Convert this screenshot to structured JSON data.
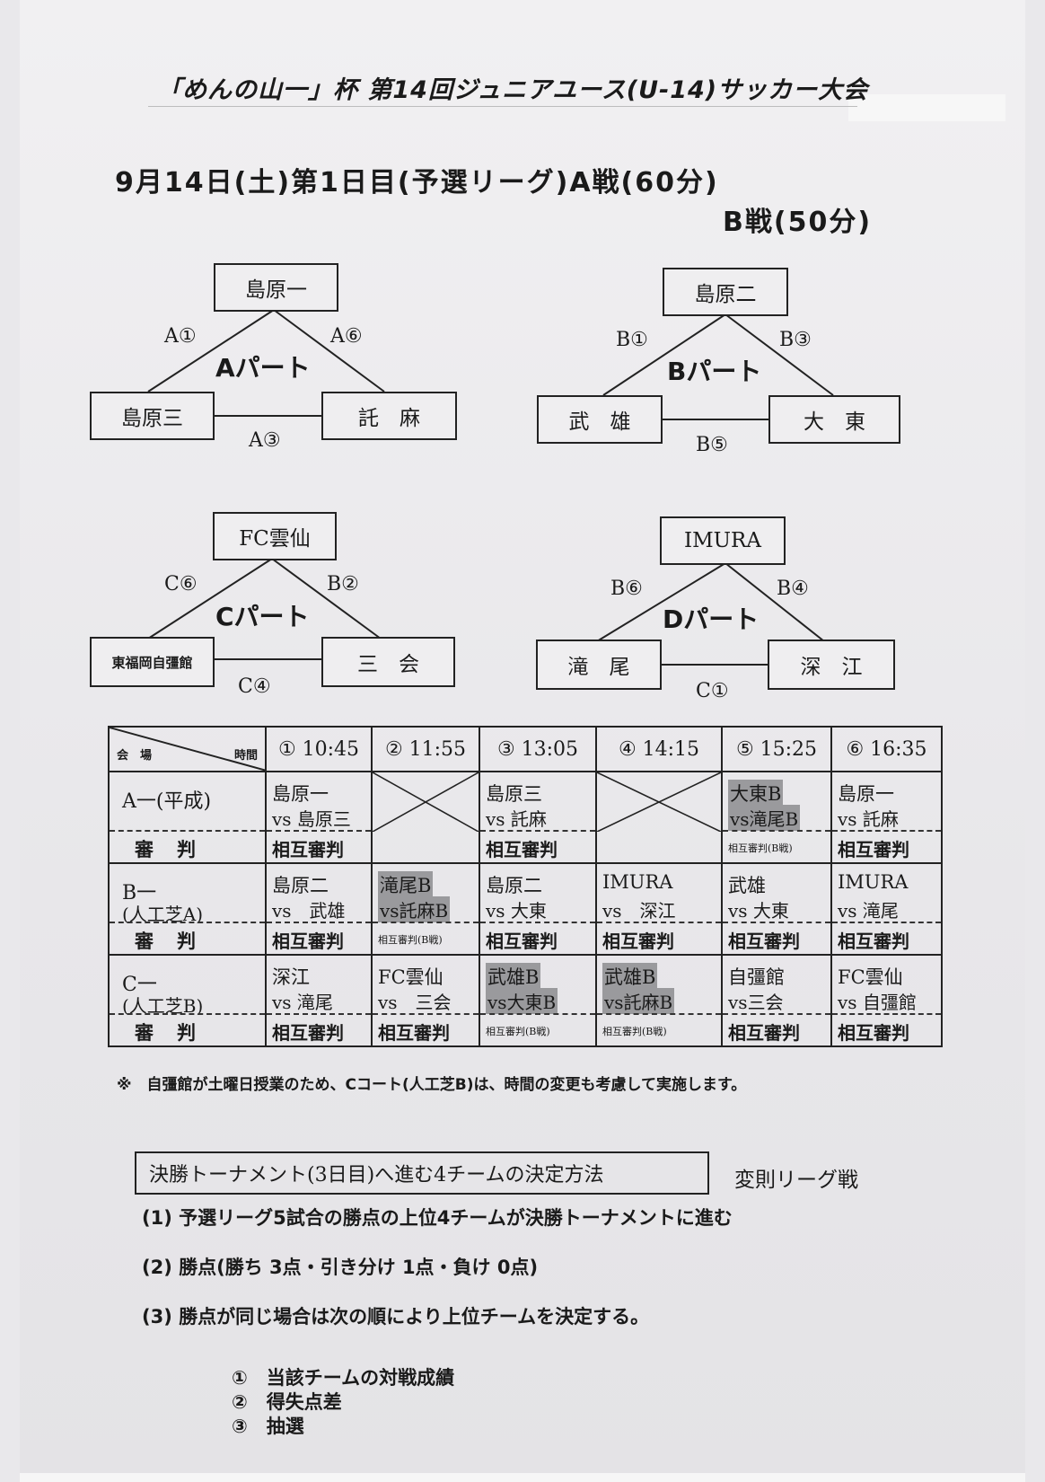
{
  "title": "「めんの山一」杯 第14回ジュニアユース(U-14)サッカー大会",
  "subtitle": "9月14日(土)第1日目(予選リーグ)A戦(60分)",
  "subtitle2": "B戦(50分)",
  "parts": [
    {
      "name": "Aパート",
      "top": "島原一",
      "left": "島原三",
      "right": "託　麻",
      "edge_left": "A①",
      "edge_right": "A⑥",
      "edge_bottom": "A③"
    },
    {
      "name": "Bパート",
      "top": "島原二",
      "left": "武　雄",
      "right": "大　東",
      "edge_left": "B①",
      "edge_right": "B③",
      "edge_bottom": "B⑤"
    },
    {
      "name": "Cパート",
      "top": "FC雲仙",
      "left": "東福岡自彊館",
      "right": "三　会",
      "edge_left": "C⑥",
      "edge_right": "B②",
      "edge_bottom": "C④"
    },
    {
      "name": "Dパート",
      "top": "IMURA",
      "left": "滝　尾",
      "right": "深　江",
      "edge_left": "B⑥",
      "edge_right": "B④",
      "edge_bottom": "C①"
    }
  ],
  "schedule": {
    "corner_venue": "会　場",
    "corner_time": "時間",
    "times": [
      "① 10:45",
      "② 11:55",
      "③ 13:05",
      "④ 14:15",
      "⑤ 15:25",
      "⑥ 16:35"
    ],
    "venues": [
      {
        "name": "A一(平成)",
        "name2": "",
        "ref_label": "審判",
        "cells": [
          {
            "t1": "島原一",
            "t2": "vs 島原三",
            "ref": "相互審判"
          },
          {
            "cross": true
          },
          {
            "t1": "島原三",
            "t2": "vs 託麻",
            "ref": "相互審判"
          },
          {
            "cross": true
          },
          {
            "t1": "大東B",
            "t2": "vs滝尾B",
            "ref": "相互審判(B戦)",
            "hl": true,
            "small": true
          },
          {
            "t1": "島原一",
            "t2": "vs 託麻",
            "ref": "相互審判"
          }
        ]
      },
      {
        "name": "B一",
        "name2": "(人工芝A)",
        "ref_label": "審判",
        "cells": [
          {
            "t1": "島原二",
            "t2": "vs　武雄",
            "ref": "相互審判"
          },
          {
            "t1": "滝尾B",
            "t2": "vs託麻B",
            "ref": "相互審判(B戦)",
            "hl": true,
            "small": true
          },
          {
            "t1": "島原二",
            "t2": "vs 大東",
            "ref": "相互審判"
          },
          {
            "t1": "IMURA",
            "t2": "vs　深江",
            "ref": "相互審判"
          },
          {
            "t1": "武雄",
            "t2": "vs 大東",
            "ref": "相互審判"
          },
          {
            "t1": "IMURA",
            "t2": "vs 滝尾",
            "ref": "相互審判"
          }
        ]
      },
      {
        "name": "C一",
        "name2": "(人工芝B)",
        "ref_label": "審判",
        "cells": [
          {
            "t1": "深江",
            "t2": "vs 滝尾",
            "ref": "相互審判"
          },
          {
            "t1": "FC雲仙",
            "t2": "vs　三会",
            "ref": "相互審判"
          },
          {
            "t1": "武雄B",
            "t2": "vs大東B",
            "ref": "相互審判(B戦)",
            "hl": true,
            "small": true
          },
          {
            "t1": "武雄B",
            "t2": "vs託麻B",
            "ref": "相互審判(B戦)",
            "hl": true,
            "small": true
          },
          {
            "t1": "自彊館",
            "t2": "vs三会",
            "ref": "相互審判"
          },
          {
            "t1": "FC雲仙",
            "t2": "vs 自彊館",
            "ref": "相互審判"
          }
        ]
      }
    ]
  },
  "note": "※　自彊館が土曜日授業のため、Cコート(人工芝B)は、時間の変更も考慮して実施します。",
  "determination": {
    "box_label": "決勝トーナメント(3日目)へ進む4チームの決定方法",
    "side_label": "変則リーグ戦",
    "rules": [
      "(1) 予選リーグ5試合の勝点の上位4チームが決勝トーナメントに進む",
      "(2) 勝点(勝ち 3点・引き分け 1点・負け 0点)",
      "(3) 勝点が同じ場合は次の順により上位チームを決定する。"
    ],
    "tiebreakers": [
      "①　当該チームの対戦成績",
      "②　得失点差",
      "③　抽選"
    ]
  }
}
